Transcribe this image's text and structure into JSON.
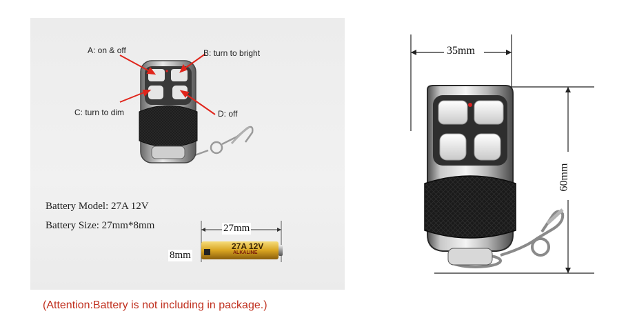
{
  "remote_labels": {
    "a": "A: on & off",
    "b": "B: turn to bright",
    "c": "C: turn to dim",
    "d": "D: off"
  },
  "battery": {
    "model": "Battery Model: 27A  12V",
    "size": "Battery Size: 27mm*8mm",
    "length_dim": "27mm",
    "diameter_dim": "8mm",
    "label_main": "27A 12V",
    "label_sub": "ALKALINE"
  },
  "dimensions": {
    "width": "35mm",
    "height": "60mm"
  },
  "attention": "(Attention:Battery is not including in package.)",
  "colors": {
    "arrow_red": "#e0251b",
    "attention_red": "#c0301f",
    "battery_gold": "#d9a521"
  }
}
